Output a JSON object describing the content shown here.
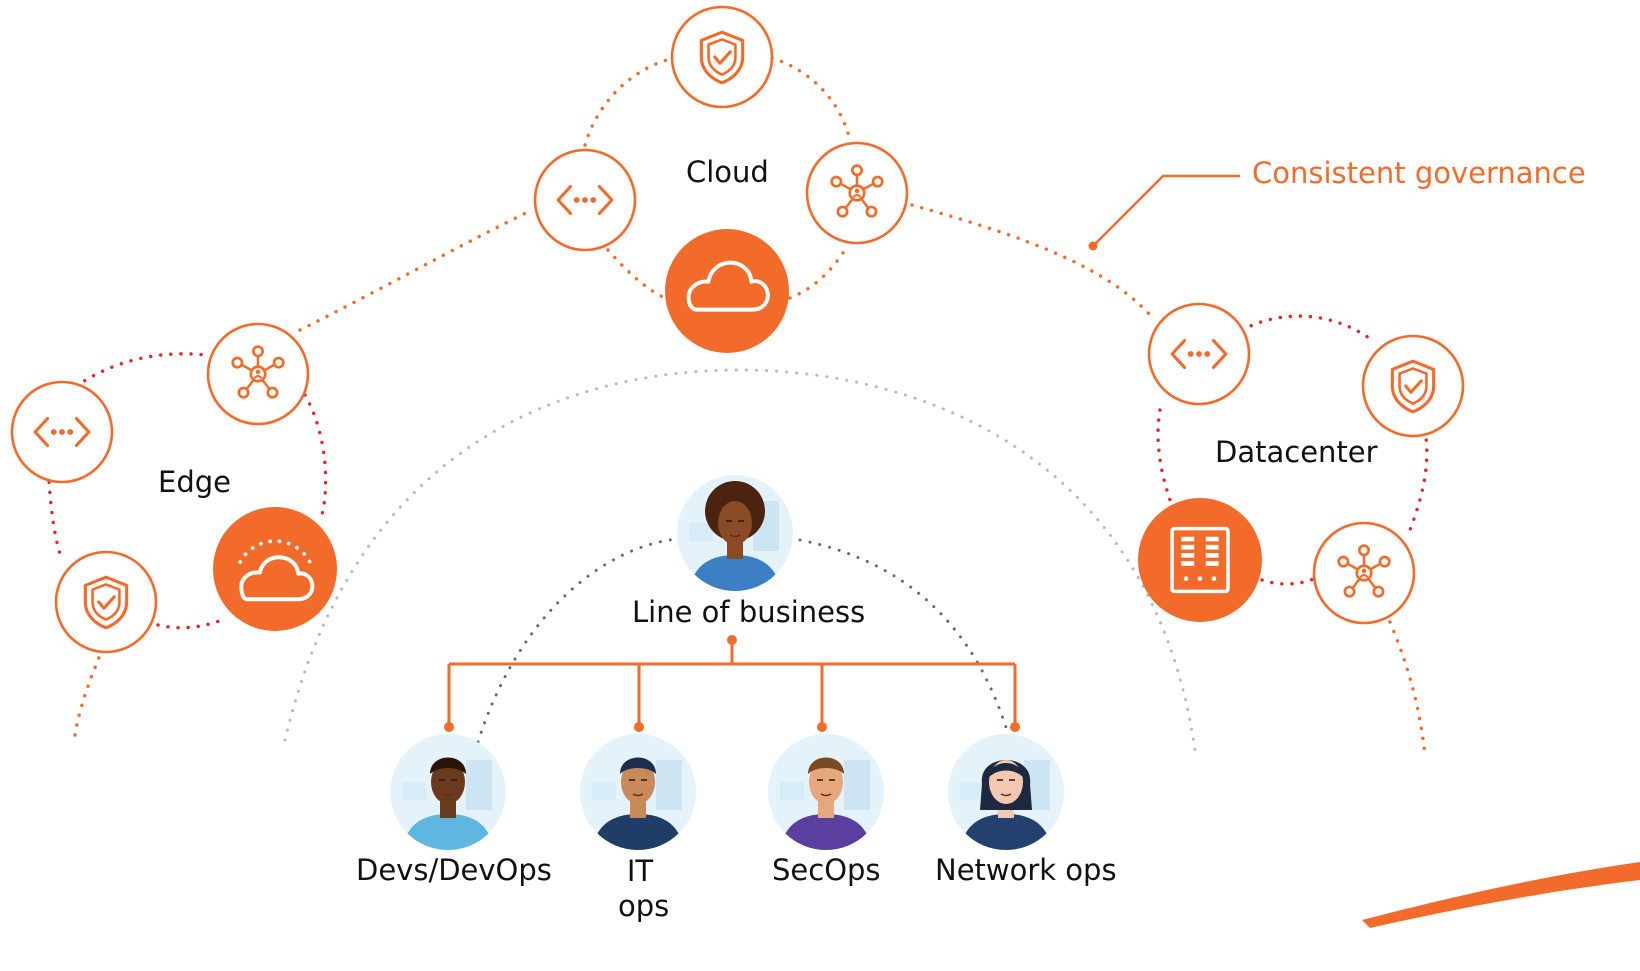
{
  "colors": {
    "accent": "#f26b2a",
    "red_dots": "#e8232a",
    "grey_dots": "#b9b9b9",
    "dark_dots": "#6b6b6b",
    "text": "#111111"
  },
  "callout": {
    "label": "Consistent governance"
  },
  "locations": {
    "cloud": {
      "label": "Cloud",
      "icons": [
        "shield-check-icon",
        "code-brackets-icon",
        "network-hub-icon",
        "cloud-icon"
      ]
    },
    "edge": {
      "label": "Edge",
      "icons": [
        "network-hub-icon",
        "code-brackets-icon",
        "shield-check-icon",
        "edge-cloud-icon"
      ]
    },
    "datacenter": {
      "label": "Datacenter",
      "icons": [
        "code-brackets-icon",
        "shield-check-icon",
        "server-rack-icon",
        "network-hub-icon"
      ]
    }
  },
  "org": {
    "lead": {
      "label": "Line of business",
      "icon": "businesswoman-avatar"
    },
    "teams": [
      {
        "label": "Devs/DevOps",
        "icon": "developer-avatar"
      },
      {
        "label": "IT ops",
        "icon": "it-ops-avatar"
      },
      {
        "label": "SecOps",
        "icon": "secops-avatar"
      },
      {
        "label": "Network ops",
        "icon": "network-ops-avatar"
      }
    ]
  }
}
